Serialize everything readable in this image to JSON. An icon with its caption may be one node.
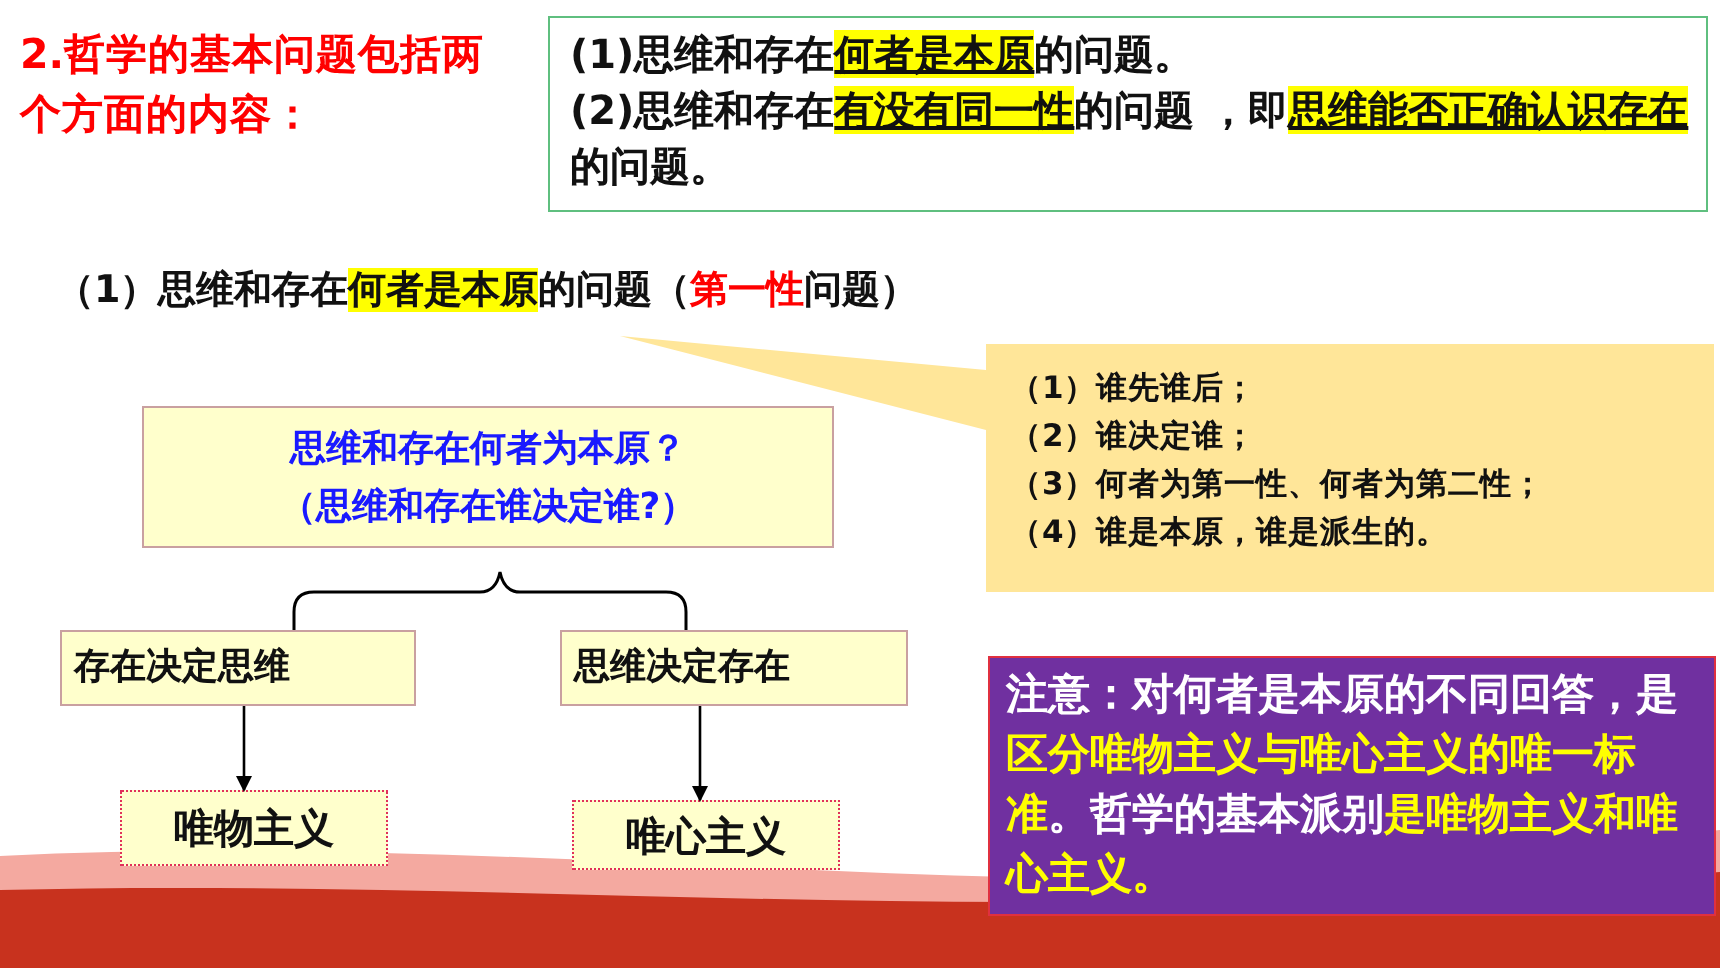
{
  "diagram": {
    "title": "2.哲学的基本问题包括两个方面的内容：",
    "nodes": [
      {
        "text": [
          "(1)思维和存在**何者是本原**的问题。",
          "(2)思维和存在**有没有同一性**的问题 ，即**思维能否正确认识存在**的问题。"
        ]
      },
      {
        "text": [
          "（1）谁先谁后；",
          "（2）谁决定谁；",
          "（3）何者为第一性、何者为第二性；",
          "（4）谁是本原，谁是派生的。"
        ]
      },
      {
        "text": [
          "思维和存在何者为本原？",
          "（思维和存在谁决定谁?）"
        ]
      },
      {
        "text": [
          "存在决定思维"
        ]
      },
      {
        "text": [
          "思维决定存在"
        ]
      },
      {
        "text": [
          "唯物主义"
        ]
      },
      {
        "text": [
          "唯心主义"
        ]
      },
      {
        "text": [
          "注意：对何者是本原的不同回答，是**区分唯物主义与唯心主义的唯一标准**。哲学的基本派别**是唯物主义和唯心主义。**"
        ]
      }
    ],
    "edges": [
      {
        "from": 3,
        "to": 5,
        "arrow": "to"
      },
      {
        "from": 4,
        "to": 6,
        "arrow": "to"
      }
    ],
    "labels": [
      "（1）思维和存在**何者是本原**的问题（**第一性**问题）"
    ]
  }
}
